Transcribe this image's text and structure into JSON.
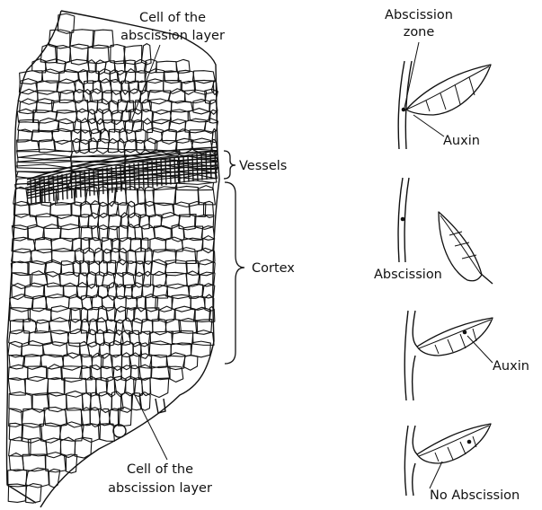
{
  "left_panel": {
    "label_abscission_cell_top": [
      "Cell of the",
      "abscission layer"
    ],
    "label_vessels": "Vessels",
    "label_cortex": "Cortex",
    "label_abscission_cell_bottom": [
      "Cell of the",
      "abscission layer"
    ]
  },
  "right_panel": {
    "panel_1": {
      "label_zone": [
        "Abscission",
        "zone"
      ],
      "label_auxin": "Auxin"
    },
    "panel_2": {
      "label_abscission": "Abscission"
    },
    "panel_3": {
      "label_auxin": "Auxin"
    },
    "panel_4": {
      "label_no_abscission": "No Abscission"
    }
  }
}
